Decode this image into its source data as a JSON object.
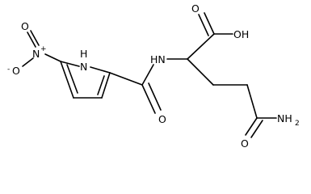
{
  "molecule": {
    "labels": {
      "oh": "OH",
      "nh_amide": "HN",
      "nh_ring_h": "H",
      "nh_ring_n": "N",
      "nitro_n": "N",
      "nitro_n_charge": "+",
      "nitro_o_top": "O",
      "nitro_o_left": "O",
      "nitro_o_charge": "-",
      "carbonyl_o": "O",
      "carboxyl_o": "O",
      "amide_o": "O",
      "nh2": "NH",
      "nh2_sub": "2"
    }
  }
}
